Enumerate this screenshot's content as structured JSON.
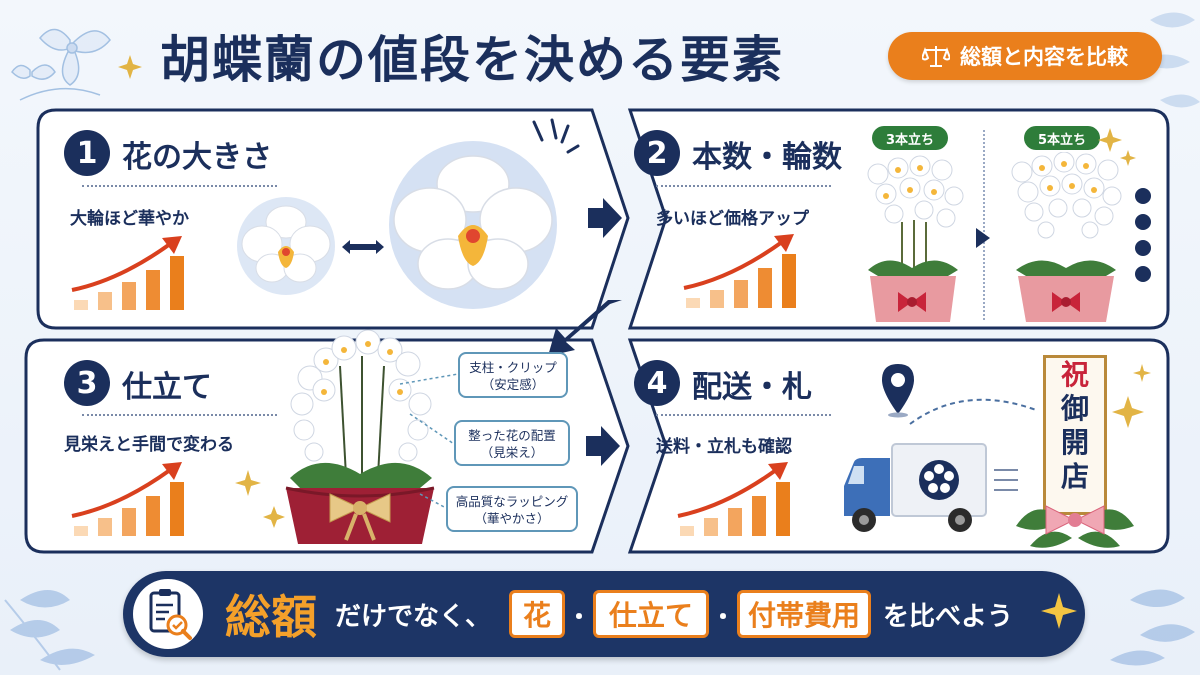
{
  "title": "胡蝶蘭の値段を決める要素",
  "badge": {
    "label": "総額と内容を比較",
    "icon": "scale-icon"
  },
  "panels": [
    {
      "num": "1",
      "heading": "花の大きさ",
      "sub": "大輪ほど華やか"
    },
    {
      "num": "2",
      "heading": "本数・輪数",
      "sub": "多いほど価格アップ",
      "tags": [
        "3本立ち",
        "5本立ち"
      ]
    },
    {
      "num": "3",
      "heading": "仕立て",
      "sub": "見栄えと手間で変わる",
      "callouts": [
        [
          "支柱・クリップ",
          "（安定感）"
        ],
        [
          "整った花の配置",
          "（見栄え）"
        ],
        [
          "高品質なラッピング",
          "（華やかさ）"
        ]
      ]
    },
    {
      "num": "4",
      "heading": "配送・札",
      "sub": "送料・立札も確認",
      "sign": [
        "祝",
        "御",
        "開",
        "店"
      ]
    }
  ],
  "bottom": {
    "big": "総額",
    "text1": "だけでなく、",
    "box1": "花",
    "dot": "・",
    "box2": "仕立て",
    "box3": "付帯費用",
    "text2": "を比べよう"
  },
  "colors": {
    "navy": "#1b2f5c",
    "orange": "#ea7f1c",
    "green": "#2e7d3a"
  }
}
